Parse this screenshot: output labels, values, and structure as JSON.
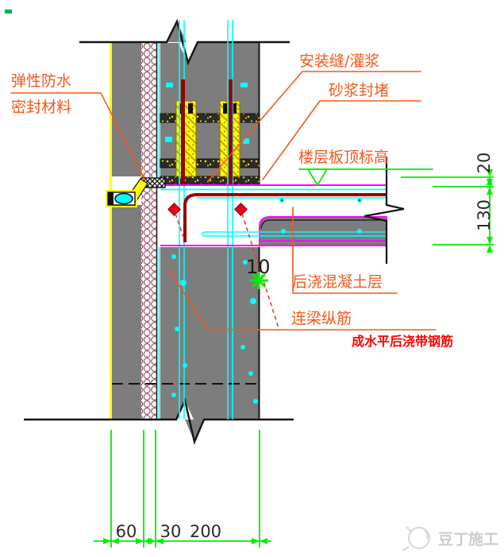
{
  "drawing": {
    "labels": {
      "elastic_line1": "弹性防水",
      "elastic_line2": "密封材料",
      "install_seam": "安装缝/灌浆",
      "mortar_seal": "砂浆封堵",
      "floor_elevation": "楼层板顶标高",
      "post_cast_layer": "后浇混凝土层",
      "beam_rebar": "连梁纵筋",
      "horizontal_strip_note": "成水平后浇带钢筋"
    },
    "dimensions": {
      "right_top": "20",
      "right_bottom": "130",
      "bottom_left": "60",
      "bottom_mid": "30",
      "bottom_right": "200",
      "seam_gap": "10"
    },
    "colors": {
      "wall_gray": "#7d7d7d",
      "rebar_cyan": "#00ffff",
      "outline_magenta": "#ff00ff",
      "bar_dark_red": "#990000",
      "label_orange": "#f4581c",
      "note_red": "#ff0000",
      "dim_green": "#00ee00",
      "sleeve_yellow": "#ffff00",
      "watermark_gray": "#cccccc"
    },
    "watermark": "豆丁施工"
  }
}
